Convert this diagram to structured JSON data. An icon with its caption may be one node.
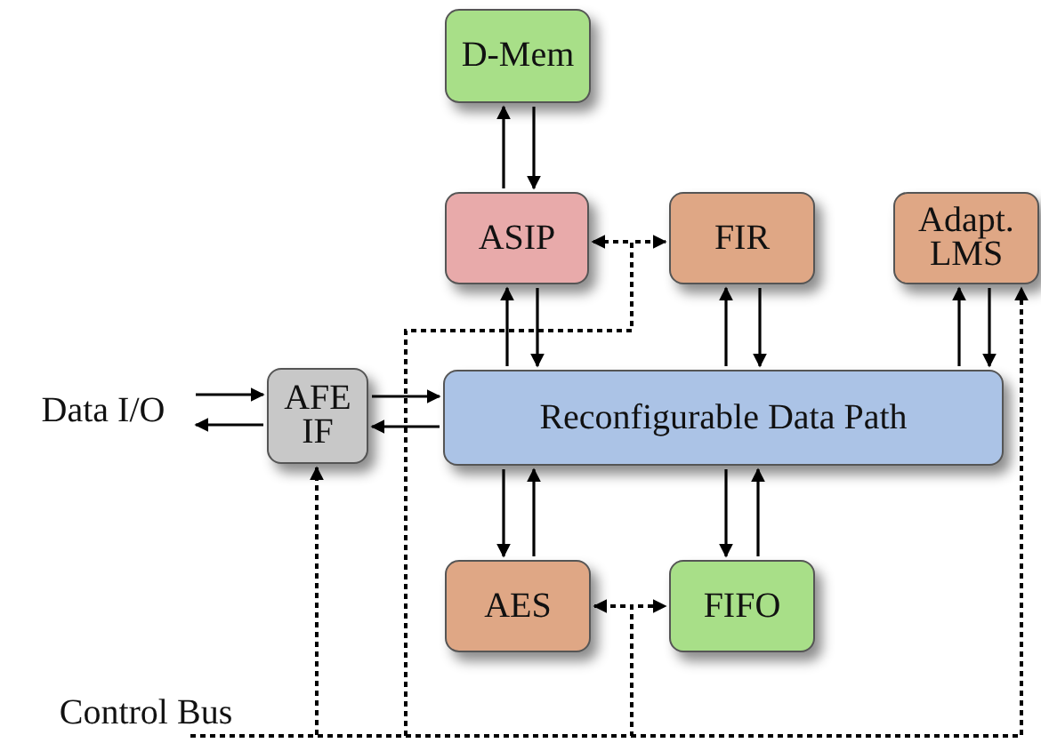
{
  "diagram": {
    "nodes": [
      {
        "text": [
          "D-Mem"
        ]
      },
      {
        "text": [
          "ASIP"
        ]
      },
      {
        "text": [
          "FIR"
        ]
      },
      {
        "text": [
          "Adapt. LMS"
        ]
      },
      {
        "text": [
          "AFE IF"
        ]
      },
      {
        "text": [
          "Reconfigurable Data Path"
        ]
      },
      {
        "text": [
          "AES"
        ]
      },
      {
        "text": [
          "FIFO"
        ]
      },
      {
        "text": [
          "Data I/O"
        ]
      },
      {
        "text": [
          "Control Bus"
        ]
      }
    ],
    "edges": [
      {
        "from": 1,
        "to": 0,
        "arrow": "to"
      },
      {
        "from": 0,
        "to": 1,
        "arrow": "to"
      },
      {
        "from": 5,
        "to": 1,
        "arrow": "to"
      },
      {
        "from": 1,
        "to": 5,
        "arrow": "to"
      },
      {
        "from": 5,
        "to": 2,
        "arrow": "to"
      },
      {
        "from": 2,
        "to": 5,
        "arrow": "to"
      },
      {
        "from": 5,
        "to": 3,
        "arrow": "to"
      },
      {
        "from": 3,
        "to": 5,
        "arrow": "to"
      },
      {
        "from": 5,
        "to": 6,
        "arrow": "to"
      },
      {
        "from": 6,
        "to": 5,
        "arrow": "to"
      },
      {
        "from": 5,
        "to": 7,
        "arrow": "to"
      },
      {
        "from": 7,
        "to": 5,
        "arrow": "to"
      },
      {
        "from": 8,
        "to": 4,
        "arrow": "to"
      },
      {
        "from": 4,
        "to": 8,
        "arrow": "to"
      },
      {
        "from": 4,
        "to": 5,
        "arrow": "to"
      },
      {
        "from": 5,
        "to": 4,
        "arrow": "to"
      },
      {
        "from": 9,
        "to": 4,
        "arrow": "to",
        "style": "dashed"
      },
      {
        "from": 9,
        "to": 1,
        "arrow": "to",
        "style": "dashed"
      },
      {
        "from": 9,
        "to": 2,
        "arrow": "to",
        "style": "dashed"
      },
      {
        "from": 9,
        "to": 6,
        "arrow": "to",
        "style": "dashed"
      },
      {
        "from": 9,
        "to": 7,
        "arrow": "to",
        "style": "dashed"
      },
      {
        "from": 9,
        "to": 3,
        "arrow": "to",
        "style": "dashed"
      }
    ]
  }
}
